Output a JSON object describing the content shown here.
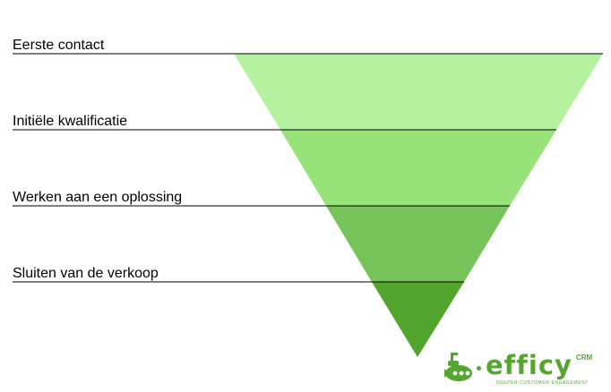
{
  "stages": [
    {
      "label": "Eerste contact",
      "color": "#b5f2a0"
    },
    {
      "label": "Initiële kwalificatie",
      "color": "#98e27a"
    },
    {
      "label": "Werken aan een oplossing",
      "color": "#76c35a"
    },
    {
      "label": "Sluiten van de verkoop",
      "color": "#52a52c"
    }
  ],
  "logo": {
    "name": "efficy",
    "suffix": "CRM",
    "tagline": "DEEPER CUSTOMER ENGAGEMENT",
    "color": "#55a630"
  }
}
